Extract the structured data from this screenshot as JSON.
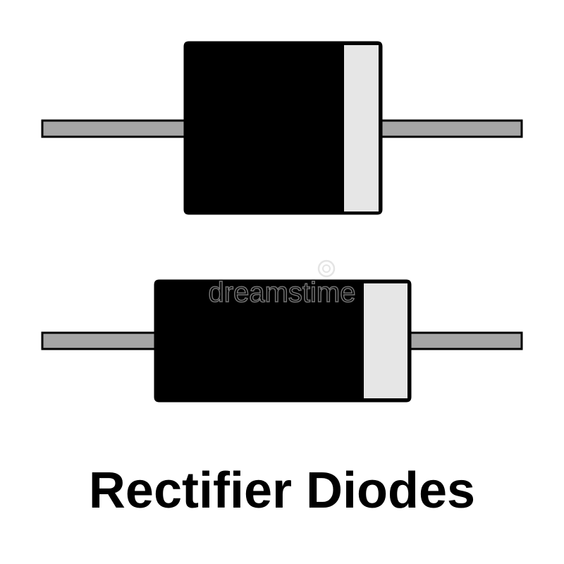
{
  "title": "Rectifier Diodes",
  "watermark": {
    "text": "dreamstime",
    "color": "#cfcfcf"
  },
  "colors": {
    "background": "#ffffff",
    "body": "#000000",
    "band": "#e6e6e6",
    "lead": "#a6a6a6",
    "outline": "#000000"
  },
  "diodes": [
    {
      "name": "diode-top",
      "style": "large-cylindrical"
    },
    {
      "name": "diode-bottom",
      "style": "axial-cylindrical"
    }
  ]
}
